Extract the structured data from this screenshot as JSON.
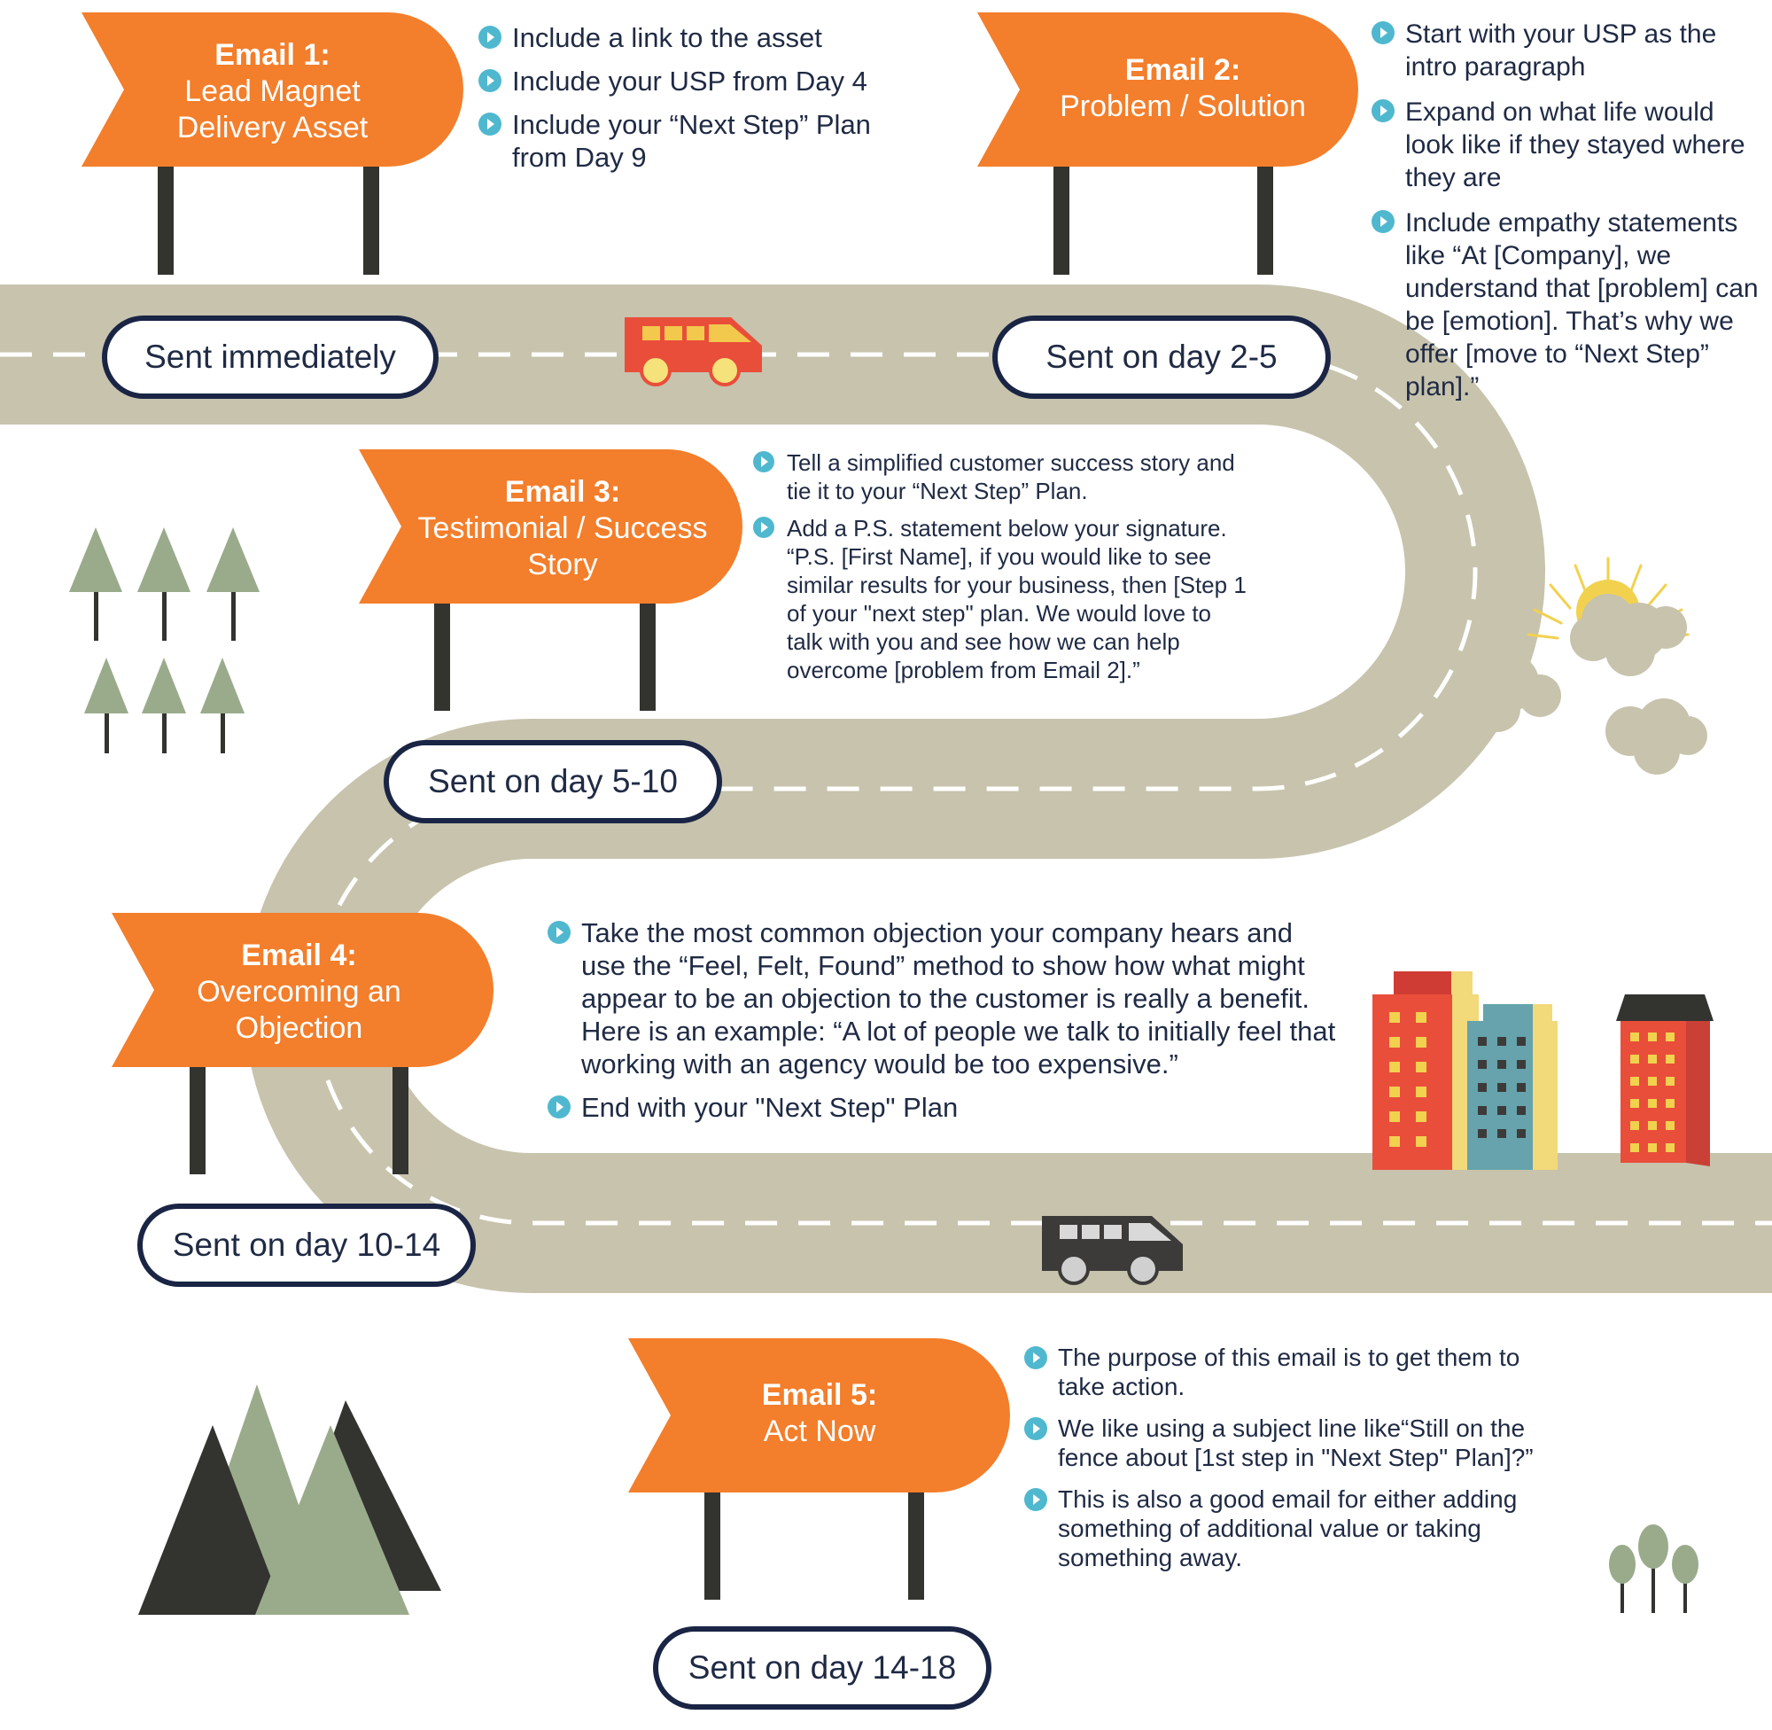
{
  "colors": {
    "road": "#c7c3ad",
    "sign": "#f37e2b",
    "post": "#333330",
    "pill_border": "#1a2545",
    "bullet": "#4fb8cf",
    "text": "#1f2a44"
  },
  "emails": [
    {
      "title": "Email 1:",
      "subtitle": "Lead Magnet Delivery Asset",
      "sent": "Sent immediately",
      "bullets": [
        "Include a link to the asset",
        "Include your USP from Day 4",
        "Include your “Next Step” Plan from Day 9"
      ]
    },
    {
      "title": "Email 2:",
      "subtitle": "Problem / Solution",
      "sent": "Sent on day 2-5",
      "bullets": [
        "Start with your USP as the intro paragraph",
        "Expand on what life would look like if they stayed where they are",
        "Include empathy statements like “At [Company], we understand that [problem] can be [emotion]. That’s why we offer [move to “Next Step” plan].”"
      ]
    },
    {
      "title": "Email 3:",
      "subtitle": "Testimonial / Success Story",
      "sent": "Sent on day 5-10",
      "bullets": [
        "Tell a simplified customer success story and tie it to your “Next Step” Plan.",
        "Add a P.S. statement below your signature. “P.S. [First Name], if you would like to see similar results for your business, then [Step 1 of your \"next step\" plan. We would love to talk with you and see how we can help overcome [problem from Email 2].”"
      ]
    },
    {
      "title": "Email 4:",
      "subtitle": "Overcoming an Objection",
      "sent": "Sent on day 10-14",
      "bullets": [
        "Take the most common objection your company hears and use the “Feel, Felt, Found” method to show how what might appear to be an objection to the customer is really a benefit. Here is an example: “A lot of people we talk to initially feel that working with an agency would be too expensive.”",
        "End with your \"Next Step\" Plan"
      ]
    },
    {
      "title": "Email 5:",
      "subtitle": "Act Now",
      "sent": "Sent on day 14-18",
      "bullets": [
        "The purpose of this email is to get them to take action.",
        "We like using a subject line like“Still on the fence about [1st step in \"Next Step\" Plan]?”",
        "This is also a good email for either adding something of additional value or taking something away."
      ]
    }
  ]
}
